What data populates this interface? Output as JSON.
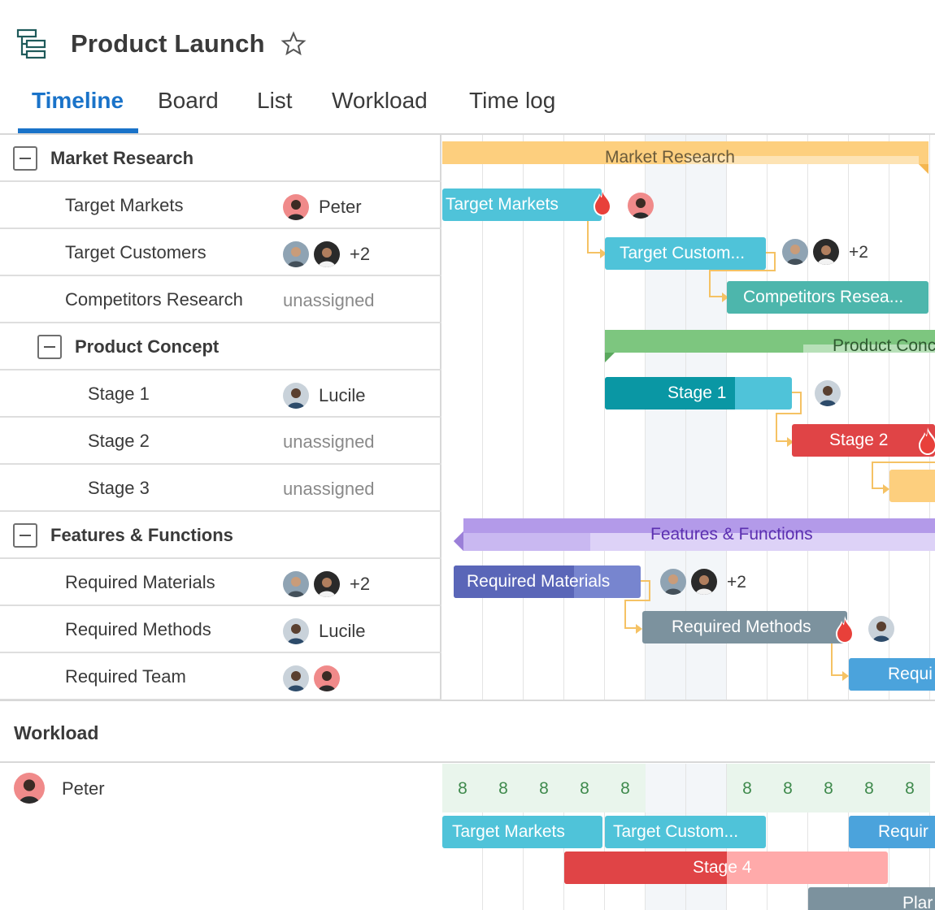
{
  "header": {
    "title": "Product Launch",
    "project_icon": "gantt-tree-icon",
    "star_icon": "star-outline-icon"
  },
  "tabs": [
    {
      "label": "Timeline",
      "active": true
    },
    {
      "label": "Board",
      "active": false
    },
    {
      "label": "List",
      "active": false
    },
    {
      "label": "Workload",
      "active": false
    },
    {
      "label": "Time log",
      "active": false
    }
  ],
  "grid": {
    "rows": [
      {
        "label": "Market Research",
        "type": "group"
      },
      {
        "label": "Target Markets",
        "assignee": "Peter"
      },
      {
        "label": "Target Customers",
        "extra": "+2"
      },
      {
        "label": "Competitors Research",
        "assignee": "unassigned"
      },
      {
        "label": "Product Concept",
        "type": "group"
      },
      {
        "label": "Stage 1",
        "assignee": "Lucile"
      },
      {
        "label": "Stage 2",
        "assignee": "unassigned"
      },
      {
        "label": "Stage 3",
        "assignee": "unassigned"
      },
      {
        "label": "Features & Functions",
        "type": "group"
      },
      {
        "label": "Required Materials",
        "extra": "+2"
      },
      {
        "label": "Required Methods",
        "assignee": "Lucile"
      },
      {
        "label": "Required Team"
      }
    ]
  },
  "gantt": {
    "summaries": {
      "market_research": "Market Research",
      "product_concept": "Product Conc",
      "features_functions": "Features & Functions"
    },
    "bars": {
      "target_markets": "Target Markets",
      "target_customers": "Target Custom...",
      "competitors_research": "Competitors Resea...",
      "stage1": "Stage 1",
      "stage2": "Stage 2",
      "required_materials": "Required Materials",
      "required_methods": "Required Methods",
      "required_team": "Requi"
    },
    "extra_counts": {
      "target_customers": "+2",
      "required_materials": "+2"
    }
  },
  "workload": {
    "title": "Workload",
    "person": "Peter",
    "hours": [
      "8",
      "8",
      "8",
      "8",
      "8",
      "",
      "",
      "8",
      "8",
      "8",
      "8",
      "8"
    ],
    "bars": {
      "target_markets": "Target Markets",
      "target_customers": "Target Custom...",
      "requir": "Requir",
      "stage4": "Stage 4",
      "plan": "Plar"
    }
  },
  "colors": {
    "accent": "#1a73c9",
    "market_research": "#fdcf7e",
    "target": "#4fc3d9",
    "competitors": "#4db6ac",
    "product_concept": "#7dc67f",
    "stage1_done": "#0a97a4",
    "stage2": "#e04446",
    "features": "#b39ae9",
    "materials": "#5a66b8",
    "methods": "#7c929e",
    "team": "#4ba3dc",
    "workload_cell": "#e9f5ec"
  }
}
